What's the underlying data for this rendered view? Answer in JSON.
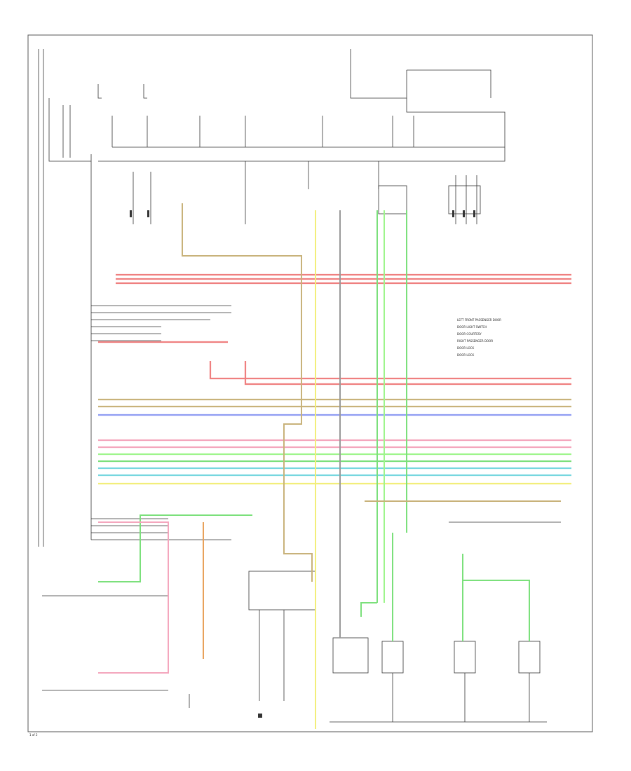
{
  "diagram": {
    "legend_items": [
      "LEFT FRONT PASSENGER DOOR",
      "DOOR LIGHT SWITCH",
      "DOOR COURTESY",
      "RIGHT PASSENGER DOOR",
      "DOOR LOCK",
      "DOOR LOCK"
    ],
    "bus_colors": {
      "red": "#ef7f7f",
      "tan": "#c8b27a",
      "blue": "#8f9cf2",
      "pink": "#f4a6bd",
      "green": "#7be07b",
      "cyan": "#76d7df",
      "yellow": "#f2ee7a",
      "orange": "#e8a15a",
      "lime": "#9ef58c"
    },
    "page_label": "1 of 2"
  }
}
